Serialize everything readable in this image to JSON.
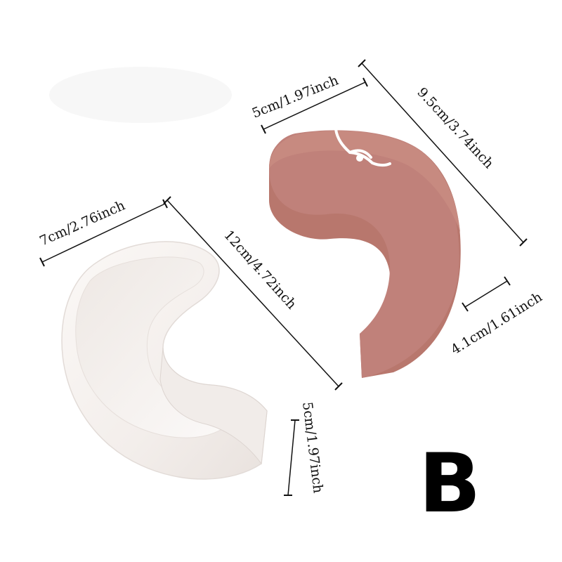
{
  "variant_label": "B",
  "dimensions": {
    "candle_top_width": "5cm/1.97inch",
    "candle_length": "9.5cm/3.74inch",
    "candle_height": "4.1cm/1.61inch",
    "mold_width": "7cm/2.76inch",
    "mold_length": "12cm/4.72inch",
    "mold_height": "5cm/1.97inch"
  },
  "colors": {
    "candle": "#bf7f72",
    "candle_side": "#b3716a",
    "mold": "#f6f2f0",
    "background": "#ffffff"
  }
}
